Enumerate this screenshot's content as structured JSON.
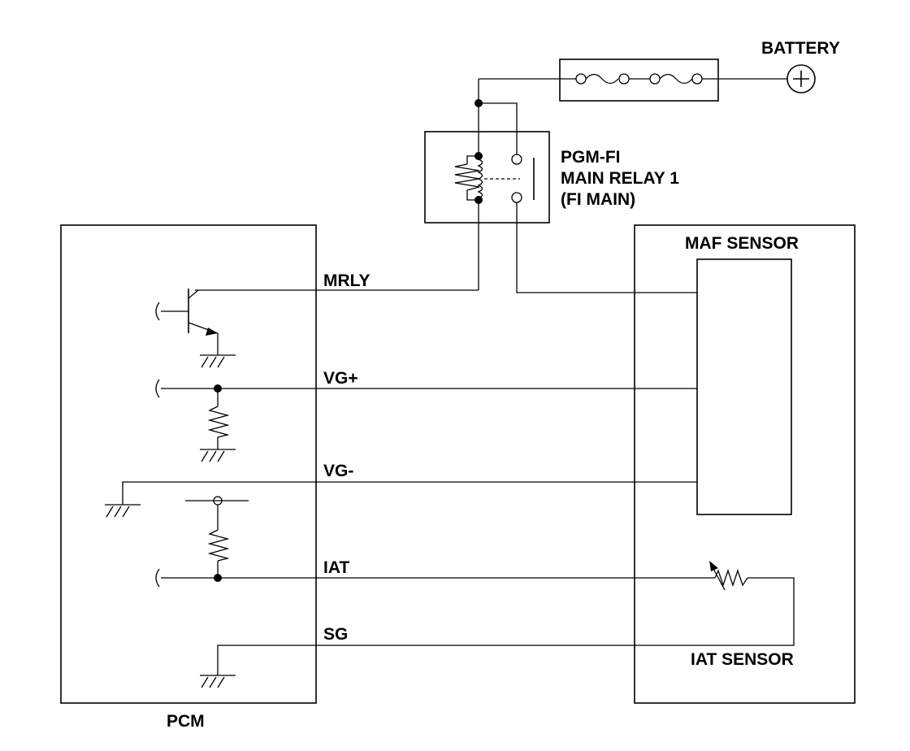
{
  "labels": {
    "battery": "BATTERY",
    "relay_line1": "PGM-FI",
    "relay_line2": "MAIN RELAY 1",
    "relay_line3": "(FI MAIN)",
    "maf_sensor": "MAF SENSOR",
    "iat_sensor": "IAT SENSOR",
    "pcm": "PCM"
  },
  "wires": {
    "mrly": "MRLY",
    "vg_plus": "VG+",
    "vg_minus": "VG-",
    "iat": "IAT",
    "sg": "SG"
  },
  "symbols": {
    "battery_terminal": "plus-icon",
    "fuse": "fuse-icon",
    "ground": "ground-icon",
    "transistor": "transistor-icon",
    "resistor": "resistor-icon",
    "thermistor": "thermistor-icon",
    "relay_coil": "coil-icon"
  },
  "colors": {
    "line": "#000000",
    "background": "#ffffff"
  }
}
